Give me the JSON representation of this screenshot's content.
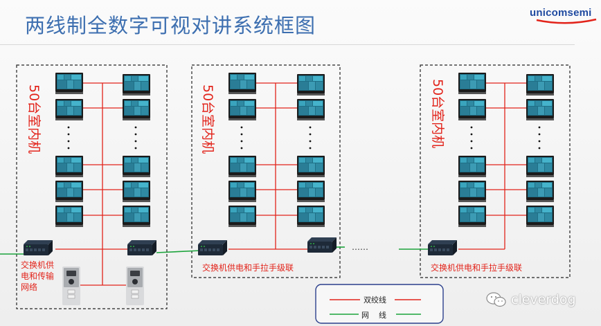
{
  "header": {
    "title": "两线制全数字可视对讲系统框图",
    "logo_text": "unicomsemi"
  },
  "blocks": [
    {
      "vertical_label": "50台室内机",
      "switch_caption": "交换机供电和传输网络"
    },
    {
      "vertical_label": "50台室内机",
      "switch_caption": "交换机供电和手拉手级联"
    },
    {
      "vertical_label": "50台室内机",
      "switch_caption": "交换机供电和手拉手级联"
    }
  ],
  "legend": {
    "twisted_pair": "双绞线",
    "network": "网    线"
  },
  "ellipsis": "……",
  "watermark": {
    "text": "cleverdog",
    "icon": "wechat-icon"
  },
  "colors": {
    "twisted_pair": "#e2231a",
    "network": "#1aa33a",
    "title": "#3d6fb0",
    "border_dash": "#222222",
    "legend_border": "#2b3f8c"
  }
}
